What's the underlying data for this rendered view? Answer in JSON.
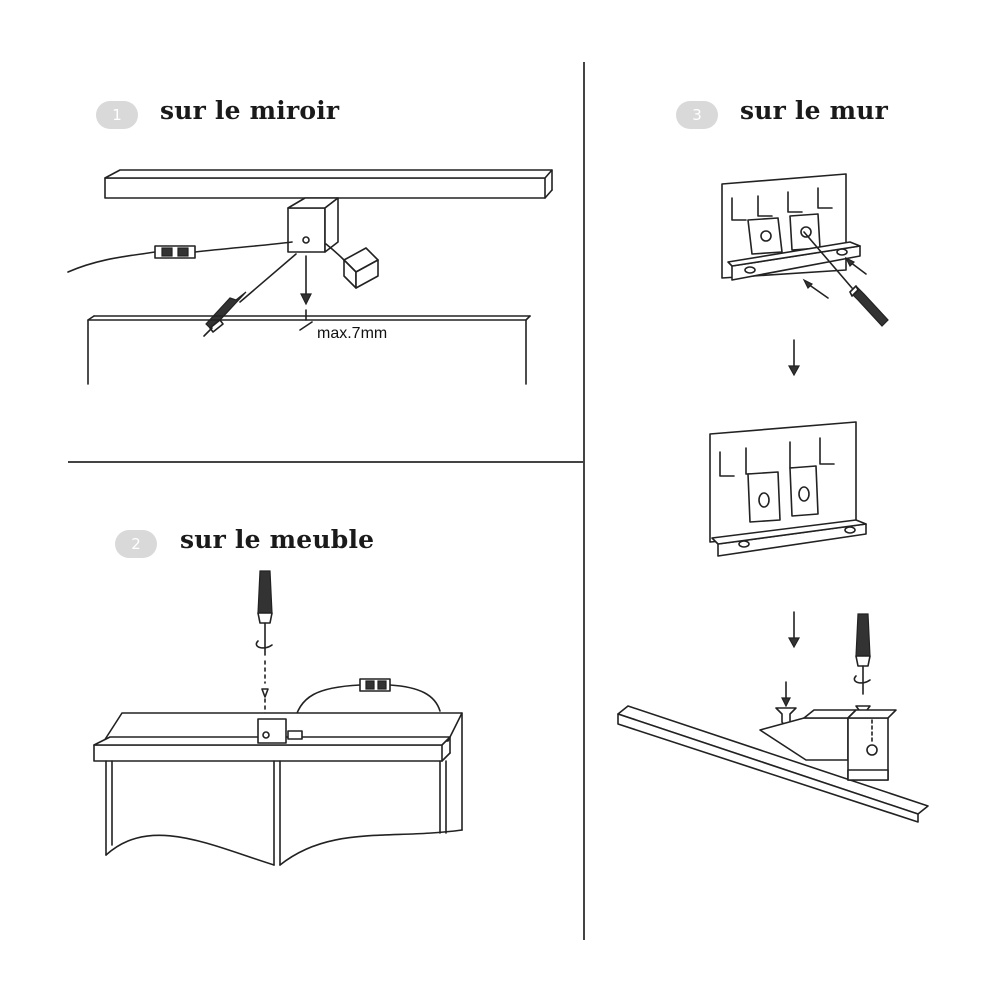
{
  "steps": [
    {
      "number": "1",
      "title": "sur le miroir"
    },
    {
      "number": "2",
      "title": "sur le meuble"
    },
    {
      "number": "3",
      "title": "sur le mur"
    }
  ],
  "annotations": {
    "gap_label": "max.7mm"
  },
  "icons": [
    "screwdriver-icon",
    "screw-icon",
    "arrow-down-icon",
    "connector-icon",
    "mounting-bracket-icon",
    "led-mirror-light"
  ],
  "colors": {
    "badge": "#d9d9d9",
    "line": "#222222",
    "background": "#ffffff"
  }
}
